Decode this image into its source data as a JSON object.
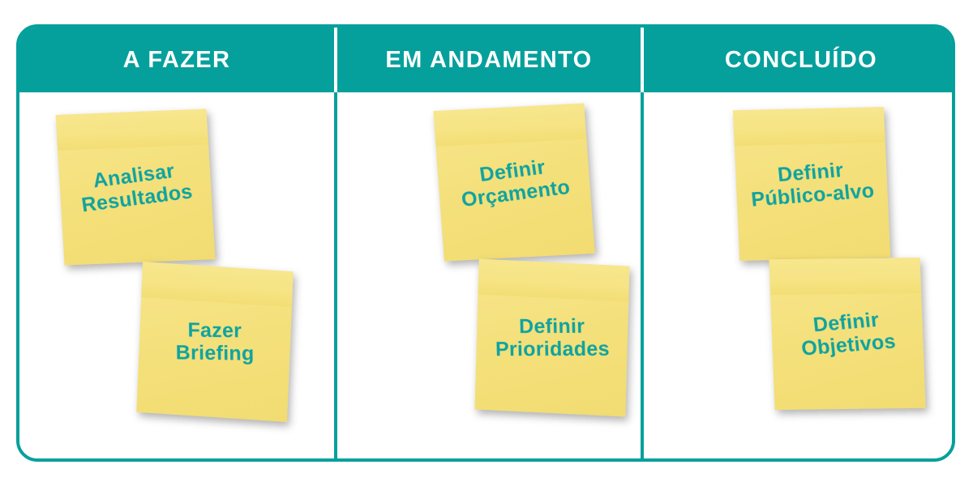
{
  "board": {
    "accent_color": "#05A09C",
    "note_color": "#F4E07A",
    "note_text_color": "#0FA3A0",
    "background_color": "#FFFFFF"
  },
  "columns": [
    {
      "title": "A FAZER",
      "notes": [
        {
          "text": "Analisar\nResultados"
        },
        {
          "text": "Fazer\nBriefing"
        }
      ]
    },
    {
      "title": "EM ANDAMENTO",
      "notes": [
        {
          "text": "Definir\nOrçamento"
        },
        {
          "text": "Definir\nPrioridades"
        }
      ]
    },
    {
      "title": "CONCLUÍDO",
      "notes": [
        {
          "text": "Definir\nPúblico-alvo"
        },
        {
          "text": "Definir\nObjetivos"
        }
      ]
    }
  ]
}
